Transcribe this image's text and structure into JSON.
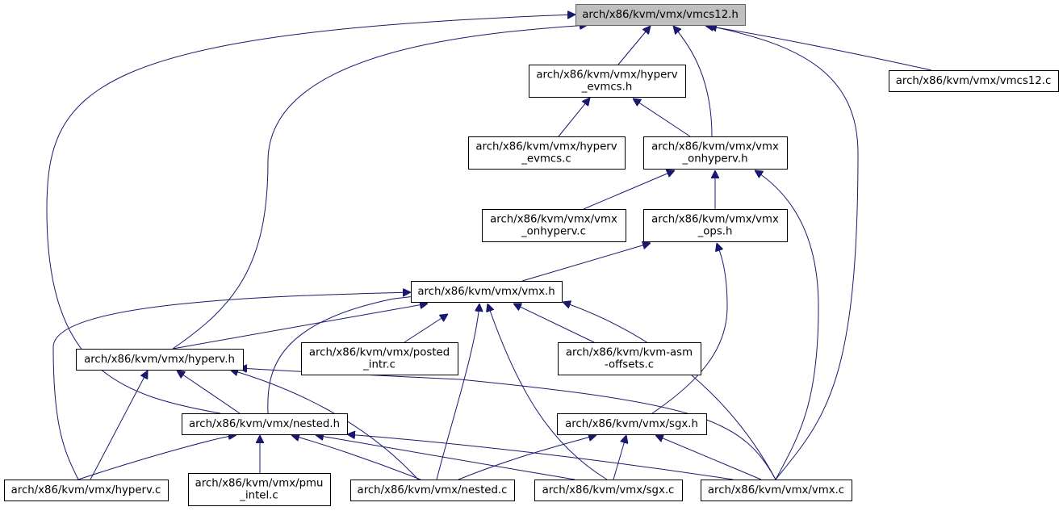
{
  "diagram": {
    "nodes": [
      {
        "id": "vmcs12_h",
        "lines": [
          "arch/x86/kvm/vmx/vmcs12.h"
        ],
        "root": true
      },
      {
        "id": "hyperv_evmcs_h",
        "lines": [
          "arch/x86/kvm/vmx/hyperv",
          "_evmcs.h"
        ]
      },
      {
        "id": "vmcs12_c",
        "lines": [
          "arch/x86/kvm/vmx/vmcs12.c"
        ]
      },
      {
        "id": "hyperv_evmcs_c",
        "lines": [
          "arch/x86/kvm/vmx/hyperv",
          "_evmcs.c"
        ]
      },
      {
        "id": "vmx_onhyperv_h",
        "lines": [
          "arch/x86/kvm/vmx/vmx",
          "_onhyperv.h"
        ]
      },
      {
        "id": "vmx_onhyperv_c",
        "lines": [
          "arch/x86/kvm/vmx/vmx",
          "_onhyperv.c"
        ]
      },
      {
        "id": "vmx_ops_h",
        "lines": [
          "arch/x86/kvm/vmx/vmx",
          "_ops.h"
        ]
      },
      {
        "id": "vmx_h",
        "lines": [
          "arch/x86/kvm/vmx/vmx.h"
        ]
      },
      {
        "id": "hyperv_h",
        "lines": [
          "arch/x86/kvm/vmx/hyperv.h"
        ]
      },
      {
        "id": "posted_intr_c",
        "lines": [
          "arch/x86/kvm/vmx/posted",
          "_intr.c"
        ]
      },
      {
        "id": "kvm_asm_offsets_c",
        "lines": [
          "arch/x86/kvm/kvm-asm",
          "-offsets.c"
        ]
      },
      {
        "id": "nested_h",
        "lines": [
          "arch/x86/kvm/vmx/nested.h"
        ]
      },
      {
        "id": "sgx_h",
        "lines": [
          "arch/x86/kvm/vmx/sgx.h"
        ]
      },
      {
        "id": "hyperv_c",
        "lines": [
          "arch/x86/kvm/vmx/hyperv.c"
        ]
      },
      {
        "id": "pmu_intel_c",
        "lines": [
          "arch/x86/kvm/vmx/pmu",
          "_intel.c"
        ]
      },
      {
        "id": "nested_c",
        "lines": [
          "arch/x86/kvm/vmx/nested.c"
        ]
      },
      {
        "id": "sgx_c",
        "lines": [
          "arch/x86/kvm/vmx/sgx.c"
        ]
      },
      {
        "id": "vmx_c",
        "lines": [
          "arch/x86/kvm/vmx/vmx.c"
        ]
      }
    ],
    "edges": [
      {
        "from": "hyperv_evmcs_h",
        "to": "vmcs12_h"
      },
      {
        "from": "vmx_onhyperv_h",
        "to": "vmcs12_h"
      },
      {
        "from": "vmcs12_c",
        "to": "vmcs12_h"
      },
      {
        "from": "vmx_c",
        "to": "vmcs12_h"
      },
      {
        "from": "hyperv_h",
        "to": "vmcs12_h"
      },
      {
        "from": "nested_h",
        "to": "vmcs12_h"
      },
      {
        "from": "hyperv_evmcs_c",
        "to": "hyperv_evmcs_h"
      },
      {
        "from": "vmx_onhyperv_h",
        "to": "hyperv_evmcs_h"
      },
      {
        "from": "vmx_onhyperv_c",
        "to": "vmx_onhyperv_h"
      },
      {
        "from": "vmx_ops_h",
        "to": "vmx_onhyperv_h"
      },
      {
        "from": "vmx_c",
        "to": "vmx_onhyperv_h"
      },
      {
        "from": "vmx_h",
        "to": "vmx_ops_h"
      },
      {
        "from": "sgx_h",
        "to": "vmx_ops_h"
      },
      {
        "from": "hyperv_h",
        "to": "vmx_h"
      },
      {
        "from": "posted_intr_c",
        "to": "vmx_h"
      },
      {
        "from": "kvm_asm_offsets_c",
        "to": "vmx_h"
      },
      {
        "from": "nested_h",
        "to": "vmx_h"
      },
      {
        "from": "hyperv_c",
        "to": "vmx_h"
      },
      {
        "from": "nested_c",
        "to": "vmx_h"
      },
      {
        "from": "sgx_c",
        "to": "vmx_h"
      },
      {
        "from": "vmx_c",
        "to": "vmx_h"
      },
      {
        "from": "nested_h",
        "to": "hyperv_h"
      },
      {
        "from": "hyperv_c",
        "to": "hyperv_h"
      },
      {
        "from": "nested_c",
        "to": "hyperv_h"
      },
      {
        "from": "vmx_c",
        "to": "hyperv_h"
      },
      {
        "from": "hyperv_c",
        "to": "nested_h"
      },
      {
        "from": "pmu_intel_c",
        "to": "nested_h"
      },
      {
        "from": "nested_c",
        "to": "nested_h"
      },
      {
        "from": "sgx_c",
        "to": "nested_h"
      },
      {
        "from": "vmx_c",
        "to": "nested_h"
      },
      {
        "from": "nested_c",
        "to": "sgx_h"
      },
      {
        "from": "sgx_c",
        "to": "sgx_h"
      },
      {
        "from": "vmx_c",
        "to": "sgx_h"
      }
    ]
  }
}
